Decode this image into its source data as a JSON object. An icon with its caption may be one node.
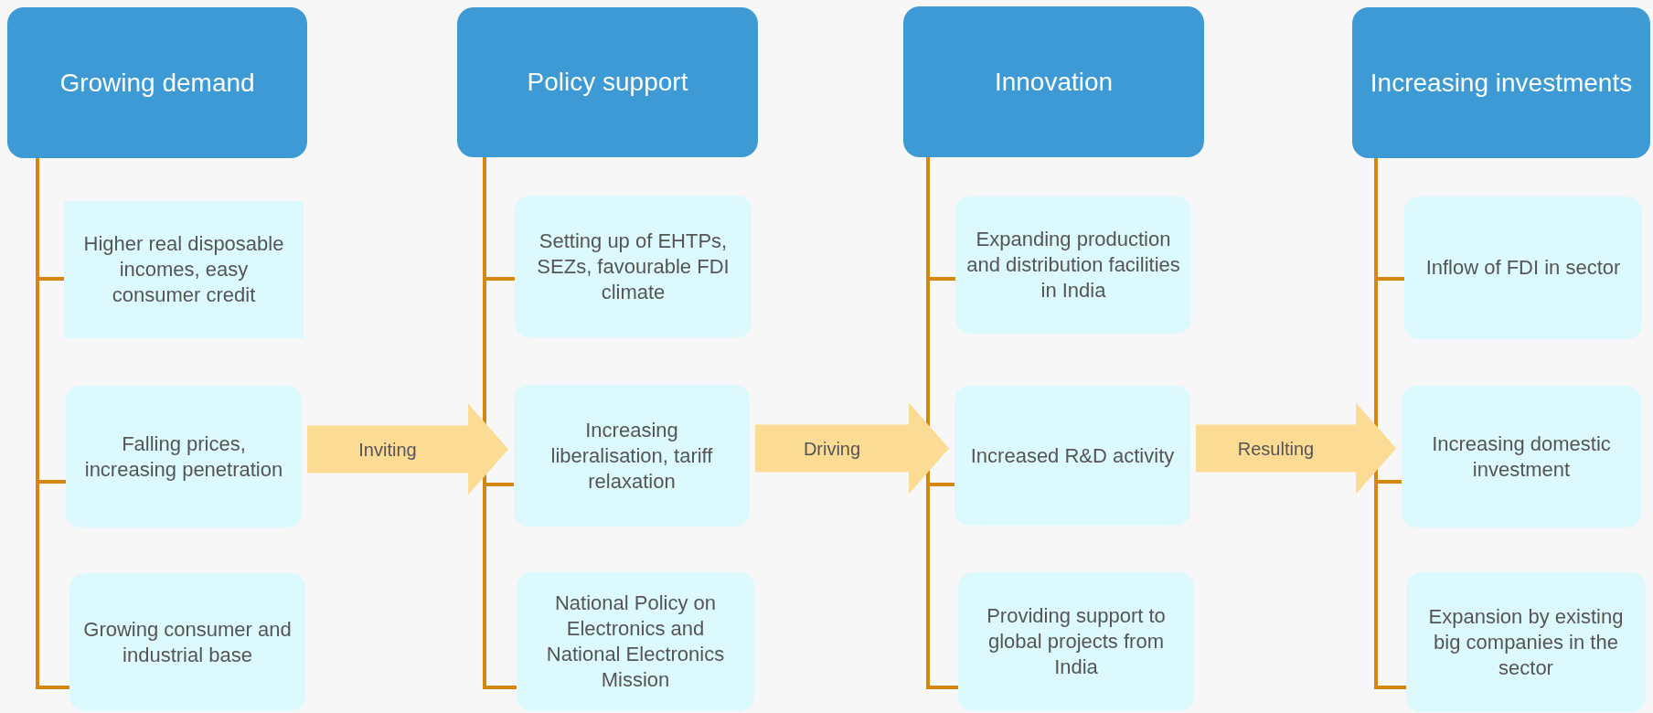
{
  "diagram": {
    "nodes": [
      {
        "text": [
          "Growing demand"
        ]
      },
      {
        "text": [
          "Higher real disposable incomes, easy consumer credit"
        ]
      },
      {
        "text": [
          "Falling prices, increasing penetration"
        ]
      },
      {
        "text": [
          "Growing consumer and industrial base"
        ]
      },
      {
        "text": [
          "Policy support"
        ]
      },
      {
        "text": [
          "Setting up of EHTPs, SEZs, favourable FDI climate"
        ]
      },
      {
        "text": [
          "Increasing liberalisation, tariff relaxation"
        ]
      },
      {
        "text": [
          "National Policy on Electronics and National Electronics Mission"
        ]
      },
      {
        "text": [
          "Innovation"
        ]
      },
      {
        "text": [
          "Expanding production and distribution facilities in India"
        ]
      },
      {
        "text": [
          "Increased R&D activity"
        ]
      },
      {
        "text": [
          "Providing support to global projects from India"
        ]
      },
      {
        "text": [
          "Increasing investments"
        ]
      },
      {
        "text": [
          "Inflow of FDI in sector"
        ]
      },
      {
        "text": [
          "Increasing domestic investment"
        ]
      },
      {
        "text": [
          "Expansion by existing big companies in the sector"
        ]
      }
    ],
    "edges": [
      {
        "from": 0,
        "to": 1,
        "arrow": "none"
      },
      {
        "from": 0,
        "to": 2,
        "arrow": "none"
      },
      {
        "from": 0,
        "to": 3,
        "arrow": "none"
      },
      {
        "from": 4,
        "to": 5,
        "arrow": "none"
      },
      {
        "from": 4,
        "to": 6,
        "arrow": "none"
      },
      {
        "from": 4,
        "to": 7,
        "arrow": "none"
      },
      {
        "from": 8,
        "to": 9,
        "arrow": "none"
      },
      {
        "from": 8,
        "to": 10,
        "arrow": "none"
      },
      {
        "from": 8,
        "to": 11,
        "arrow": "none"
      },
      {
        "from": 12,
        "to": 13,
        "arrow": "none"
      },
      {
        "from": 12,
        "to": 14,
        "arrow": "none"
      },
      {
        "from": 12,
        "to": 15,
        "arrow": "none"
      },
      {
        "from": 2,
        "to": 6,
        "arrow": "to",
        "label": "Inviting",
        "style": "thick",
        "color": "#fcdc94"
      },
      {
        "from": 6,
        "to": 10,
        "arrow": "to",
        "label": "Driving",
        "style": "thick",
        "color": "#fcdc94"
      },
      {
        "from": 10,
        "to": 14,
        "arrow": "to",
        "label": "Resulting",
        "style": "thick",
        "color": "#fcdc94"
      }
    ]
  }
}
